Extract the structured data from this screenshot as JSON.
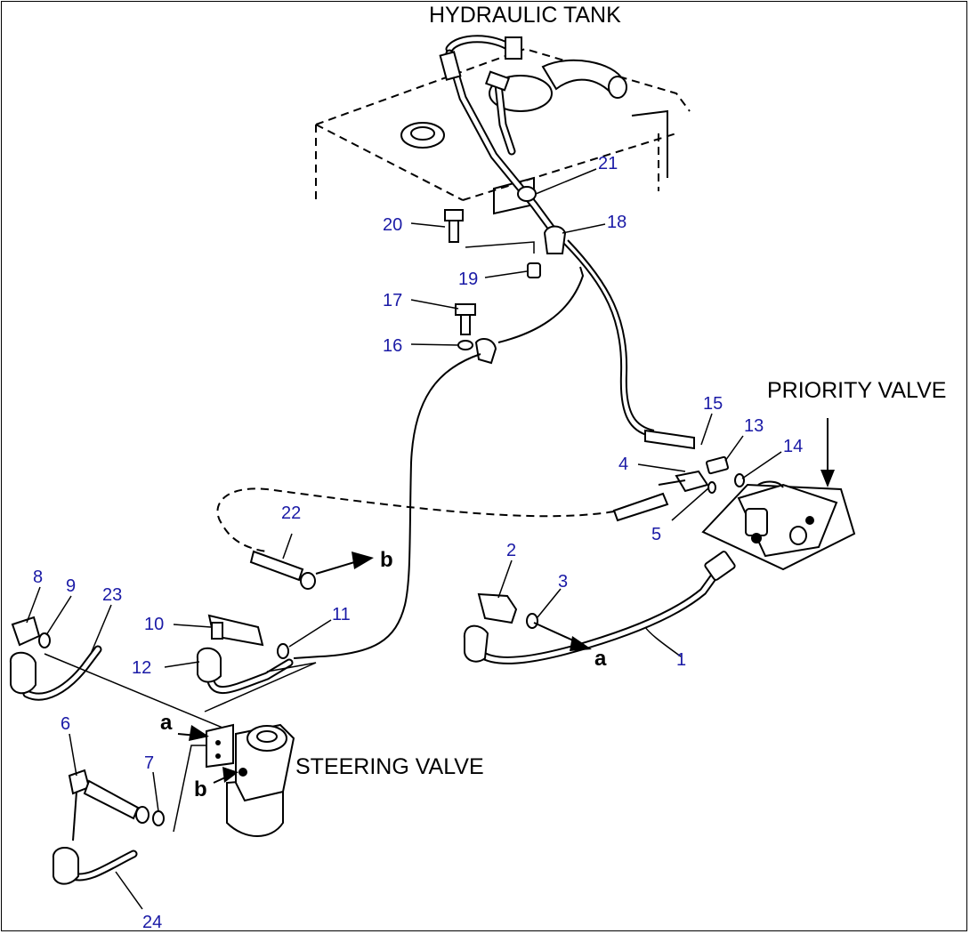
{
  "labels": {
    "hydraulic_tank": "HYDRAULIC TANK",
    "priority_valve": "PRIORITY VALVE",
    "steering_valve": "STEERING VALVE",
    "connection_a": "a",
    "connection_b": "b"
  },
  "callouts": [
    "1",
    "2",
    "3",
    "4",
    "5",
    "6",
    "7",
    "8",
    "9",
    "10",
    "11",
    "12",
    "13",
    "14",
    "15",
    "16",
    "17",
    "18",
    "19",
    "20",
    "21",
    "22",
    "23",
    "24"
  ],
  "colors": {
    "callout_text": "#1a1aa6",
    "line_art": "#000000",
    "background": "#ffffff"
  }
}
